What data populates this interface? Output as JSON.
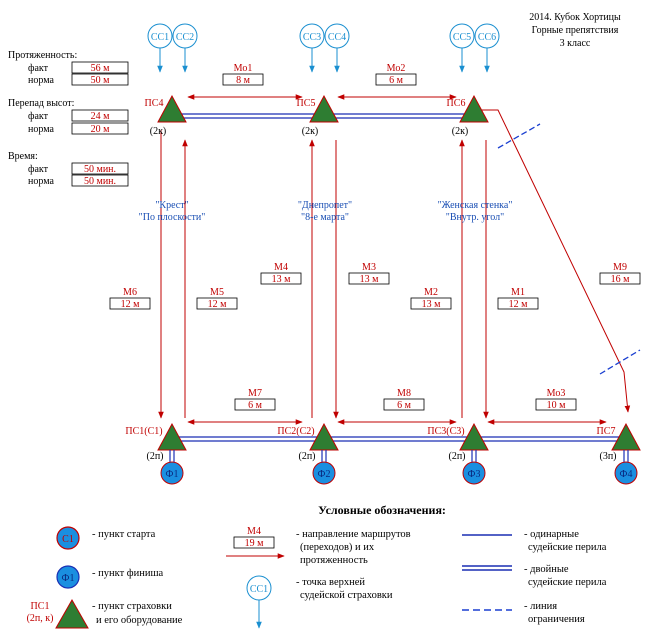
{
  "header": {
    "lines": [
      "2014. Кубок Хортицы",
      "Горные препятствия",
      "3 класс"
    ]
  },
  "stats": {
    "length_title": "Протяженность:",
    "height_title": "Перепад высот:",
    "time_title": "Время:",
    "fact_label": "факт",
    "norm_label": "норма",
    "length_fact": "56 м",
    "length_norm": "50 м",
    "height_fact": "24 м",
    "height_norm": "20 м",
    "time_fact": "50 мин.",
    "time_norm": "50 мин."
  },
  "top_belays": [
    {
      "label": "СС1"
    },
    {
      "label": "СС2"
    },
    {
      "label": "СС3"
    },
    {
      "label": "СС4"
    },
    {
      "label": "СС5"
    },
    {
      "label": "СС6"
    }
  ],
  "top_nodes": [
    {
      "label": "ПС4",
      "sub": "(2к)"
    },
    {
      "label": "ПС5",
      "sub": "(2к)"
    },
    {
      "label": "ПС6",
      "sub": "(2к)"
    }
  ],
  "bottom_nodes": [
    {
      "label": "ПС1(С1)",
      "sub": "(2п)",
      "finish": "Ф1"
    },
    {
      "label": "ПС2(С2)",
      "sub": "(2п)",
      "finish": "Ф2"
    },
    {
      "label": "ПС3(С3)",
      "sub": "(2п)",
      "finish": "Ф3"
    },
    {
      "label": "ПС7",
      "sub": "(3п)",
      "finish": "Ф4"
    }
  ],
  "stage_names": [
    {
      "line1": "\"Крест\"",
      "line2": "\"По плоскости\""
    },
    {
      "line1": "\"Днепропет\"",
      "line2": "\"8-е марта\""
    },
    {
      "line1": "\"Женская стенка\"",
      "line2": "\"Внутр. угол\""
    }
  ],
  "routes": {
    "mo1": {
      "name": "Мо1",
      "value": "8 м"
    },
    "mo2": {
      "name": "Мо2",
      "value": "6 м"
    },
    "m6": {
      "name": "М6",
      "value": "12 м"
    },
    "m5": {
      "name": "М5",
      "value": "12 м"
    },
    "m4": {
      "name": "М4",
      "value": "13 м"
    },
    "m3": {
      "name": "М3",
      "value": "13 м"
    },
    "m2": {
      "name": "М2",
      "value": "13 м"
    },
    "m1": {
      "name": "М1",
      "value": "12 м"
    },
    "m9": {
      "name": "М9",
      "value": "16 м"
    },
    "m7": {
      "name": "М7",
      "value": "6 м"
    },
    "m8": {
      "name": "М8",
      "value": "6 м"
    },
    "mo3": {
      "name": "Мо3",
      "value": "10 м"
    }
  },
  "legend": {
    "title": "Условные обозначения:",
    "start_symbol": "С1",
    "start_text": "- пункт старта",
    "finish_symbol": "Ф1",
    "finish_text": "- пункт финиша",
    "belay_point_label": "ПС1",
    "belay_point_sub": "(2п, к)",
    "belay_point_text_1": "- пункт страховки",
    "belay_point_text_2": "и его оборудование",
    "route_sample_name": "М4",
    "route_sample_value": "19 м",
    "route_text_1": "- направление маршрутов",
    "route_text_2": "(переходов) и их",
    "route_text_3": "протяженность",
    "top_belay_symbol": "СС1",
    "top_belay_text_1": "- точка верхней",
    "top_belay_text_2": "судейской страховки",
    "single_rail_text_1": "- одинарные",
    "single_rail_text_2": "судейские перила",
    "double_rail_text_1": "- двойные",
    "double_rail_text_2": "судейские перила",
    "limit_text_1": "- линия",
    "limit_text_2": "ограничения"
  },
  "colors": {
    "route": "#c00000",
    "rail": "#1a2fb4",
    "limit": "#1a3fd0",
    "node_fill": "#2e7d32",
    "belay_circle": "#1a8fd0",
    "finish_fill": "#1a8fe0"
  }
}
